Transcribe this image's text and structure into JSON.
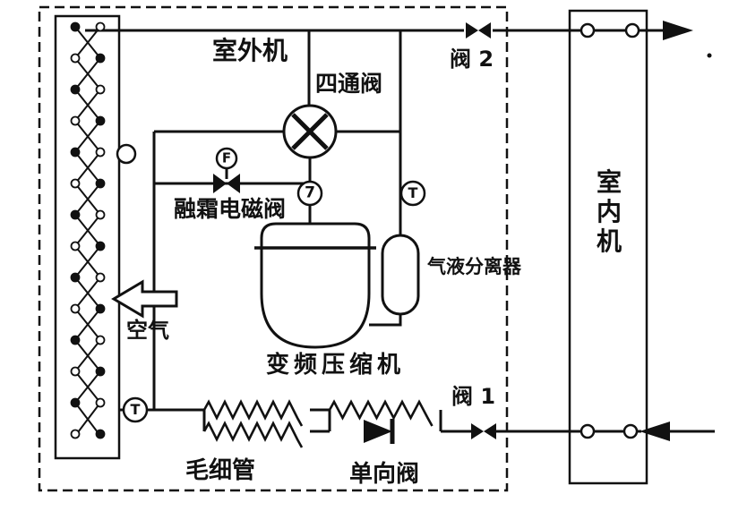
{
  "labels": {
    "outdoor_unit": "室外机",
    "four_way_valve": "四通阀",
    "valve_2": "阀 2",
    "defrost_solenoid_valve": "融霜电磁阀",
    "gas_liquid_separator": "气液分离器",
    "inverter_compressor": "变频压缩机",
    "air": "空气",
    "capillary_tube": "毛细管",
    "check_valve": "单向阀",
    "valve_1": "阀 1",
    "indoor_unit": "室内机"
  },
  "sensors": {
    "defrost_sensor": "F",
    "discharge_sensor": "7",
    "suction_temp": "T",
    "coil_temp": "T"
  },
  "colors": {
    "ink": "#111111",
    "paper": "#ffffff"
  }
}
